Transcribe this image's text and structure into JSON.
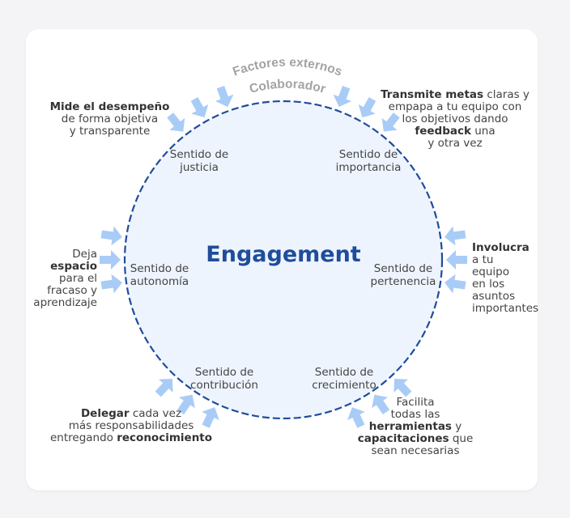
{
  "center": {
    "title": "Engagement"
  },
  "ring": {
    "outer_label": "Factores externos",
    "inner_label": "Colaborador"
  },
  "sentidos": {
    "justicia": [
      "Sentido de",
      "justicia"
    ],
    "importancia": [
      "Sentido de",
      "importancia"
    ],
    "autonomia": [
      "Sentido de",
      "autonomía"
    ],
    "pertenencia": [
      "Sentido de",
      "pertenencia"
    ],
    "contribucion": [
      "Sentido de",
      "contribución"
    ],
    "crecimiento": [
      "Sentido de",
      "crecimiento"
    ]
  },
  "notes": {
    "mide": {
      "bold": "Mide el desempeño",
      "rest": [
        "de forma objetiva",
        "y transparente"
      ]
    },
    "transmite": {
      "bold1": "Transmite metas",
      "after1": " claras y",
      "line2": "empapa a tu equipo con",
      "line3": "los objetivos dando",
      "bold4": "feedback",
      "after4": " una",
      "line5": "y otra vez"
    },
    "deja": {
      "line1": "Deja",
      "bold2": "espacio",
      "line3": "para el",
      "line4": "fracaso y",
      "line5": "aprendizaje"
    },
    "involucra": {
      "bold1": "Involucra",
      "line2": "a tu",
      "line3": "equipo",
      "line4": "en los",
      "line5": "asuntos",
      "line6": "importantes"
    },
    "delegar": {
      "bold1": "Delegar",
      "after1": " cada vez",
      "line2": "más responsabilidades",
      "line3": "entregando ",
      "bold3": "reconocimiento"
    },
    "facilita": {
      "line1": "Facilita",
      "line2": "todas las",
      "bold3": "herramientas",
      "after3": " y",
      "bold4": "capacitaciones",
      "after4": " que",
      "line5": "sean necesarias"
    }
  },
  "colors": {
    "circle_fill": "#eef4fe",
    "circle_stroke": "#1f4d9a",
    "title": "#1f4d9a",
    "arrow": "#a9ccf7",
    "ring_text": "#a3a3a3"
  }
}
